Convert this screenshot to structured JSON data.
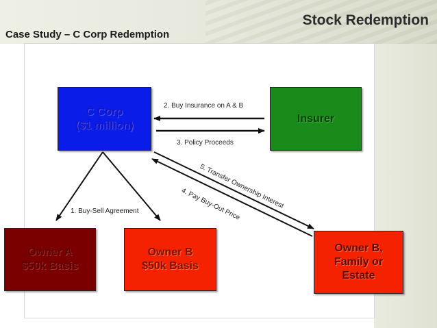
{
  "header": {
    "title": "Stock Redemption",
    "subtitle": "Case Study – C Corp Redemption"
  },
  "nodes": {
    "ccorp": {
      "line1": "C Corp",
      "line2": "($1 million)",
      "color": "#0a1de8"
    },
    "insurer": {
      "line1": "Insurer",
      "color": "#1a8a1a"
    },
    "owner_a": {
      "line1": "Owner A",
      "line2": "$50k Basis",
      "color": "#7a0000"
    },
    "owner_b": {
      "line1": "Owner B",
      "line2": "$50k Basis",
      "color": "#f52200"
    },
    "owner_b_family": {
      "line1": "Owner B,",
      "line2": "Family or",
      "line3": "Estate",
      "color": "#f52200"
    }
  },
  "edges": {
    "e1": "1.  Buy-Sell Agreement",
    "e2": "2. Buy Insurance on A & B",
    "e3": "3.  Policy Proceeds",
    "e4": "4.  Pay Buy-Out Price",
    "e5": "5. Transfer Ownership Interest"
  }
}
